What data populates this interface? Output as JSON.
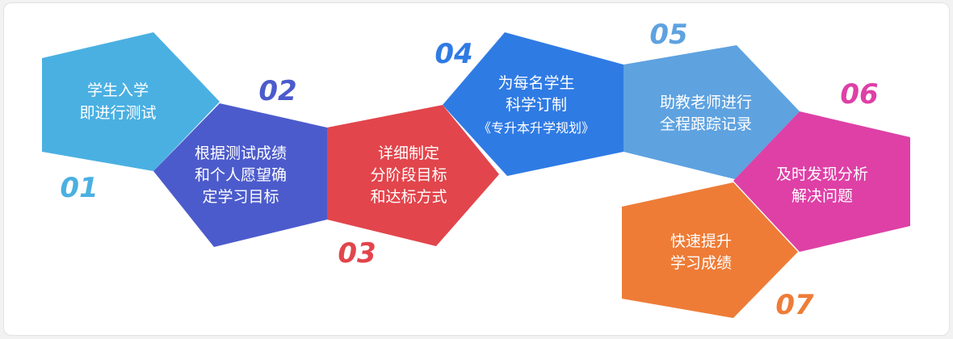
{
  "steps": [
    {
      "number": "01",
      "color": "#4ab0e2",
      "lines": [
        "学生入学",
        "即进行测试"
      ]
    },
    {
      "number": "02",
      "color": "#4c5bcc",
      "lines": [
        "根据测试成绩",
        "和个人愿望确",
        "定学习目标"
      ]
    },
    {
      "number": "03",
      "color": "#e2454c",
      "lines": [
        "详细制定",
        "分阶段目标",
        "和达标方式"
      ]
    },
    {
      "number": "04",
      "color": "#2f7be4",
      "lines": [
        "为每名学生",
        "科学订制",
        "《专升本升学规划》"
      ]
    },
    {
      "number": "05",
      "color": "#5ea2e0",
      "lines": [
        "助教老师进行",
        "全程跟踪记录"
      ]
    },
    {
      "number": "06",
      "color": "#de40a6",
      "lines": [
        "及时发现分析",
        "解决问题"
      ]
    },
    {
      "number": "07",
      "color": "#ee7c37",
      "lines": [
        "快速提升",
        "学习成绩"
      ]
    }
  ]
}
